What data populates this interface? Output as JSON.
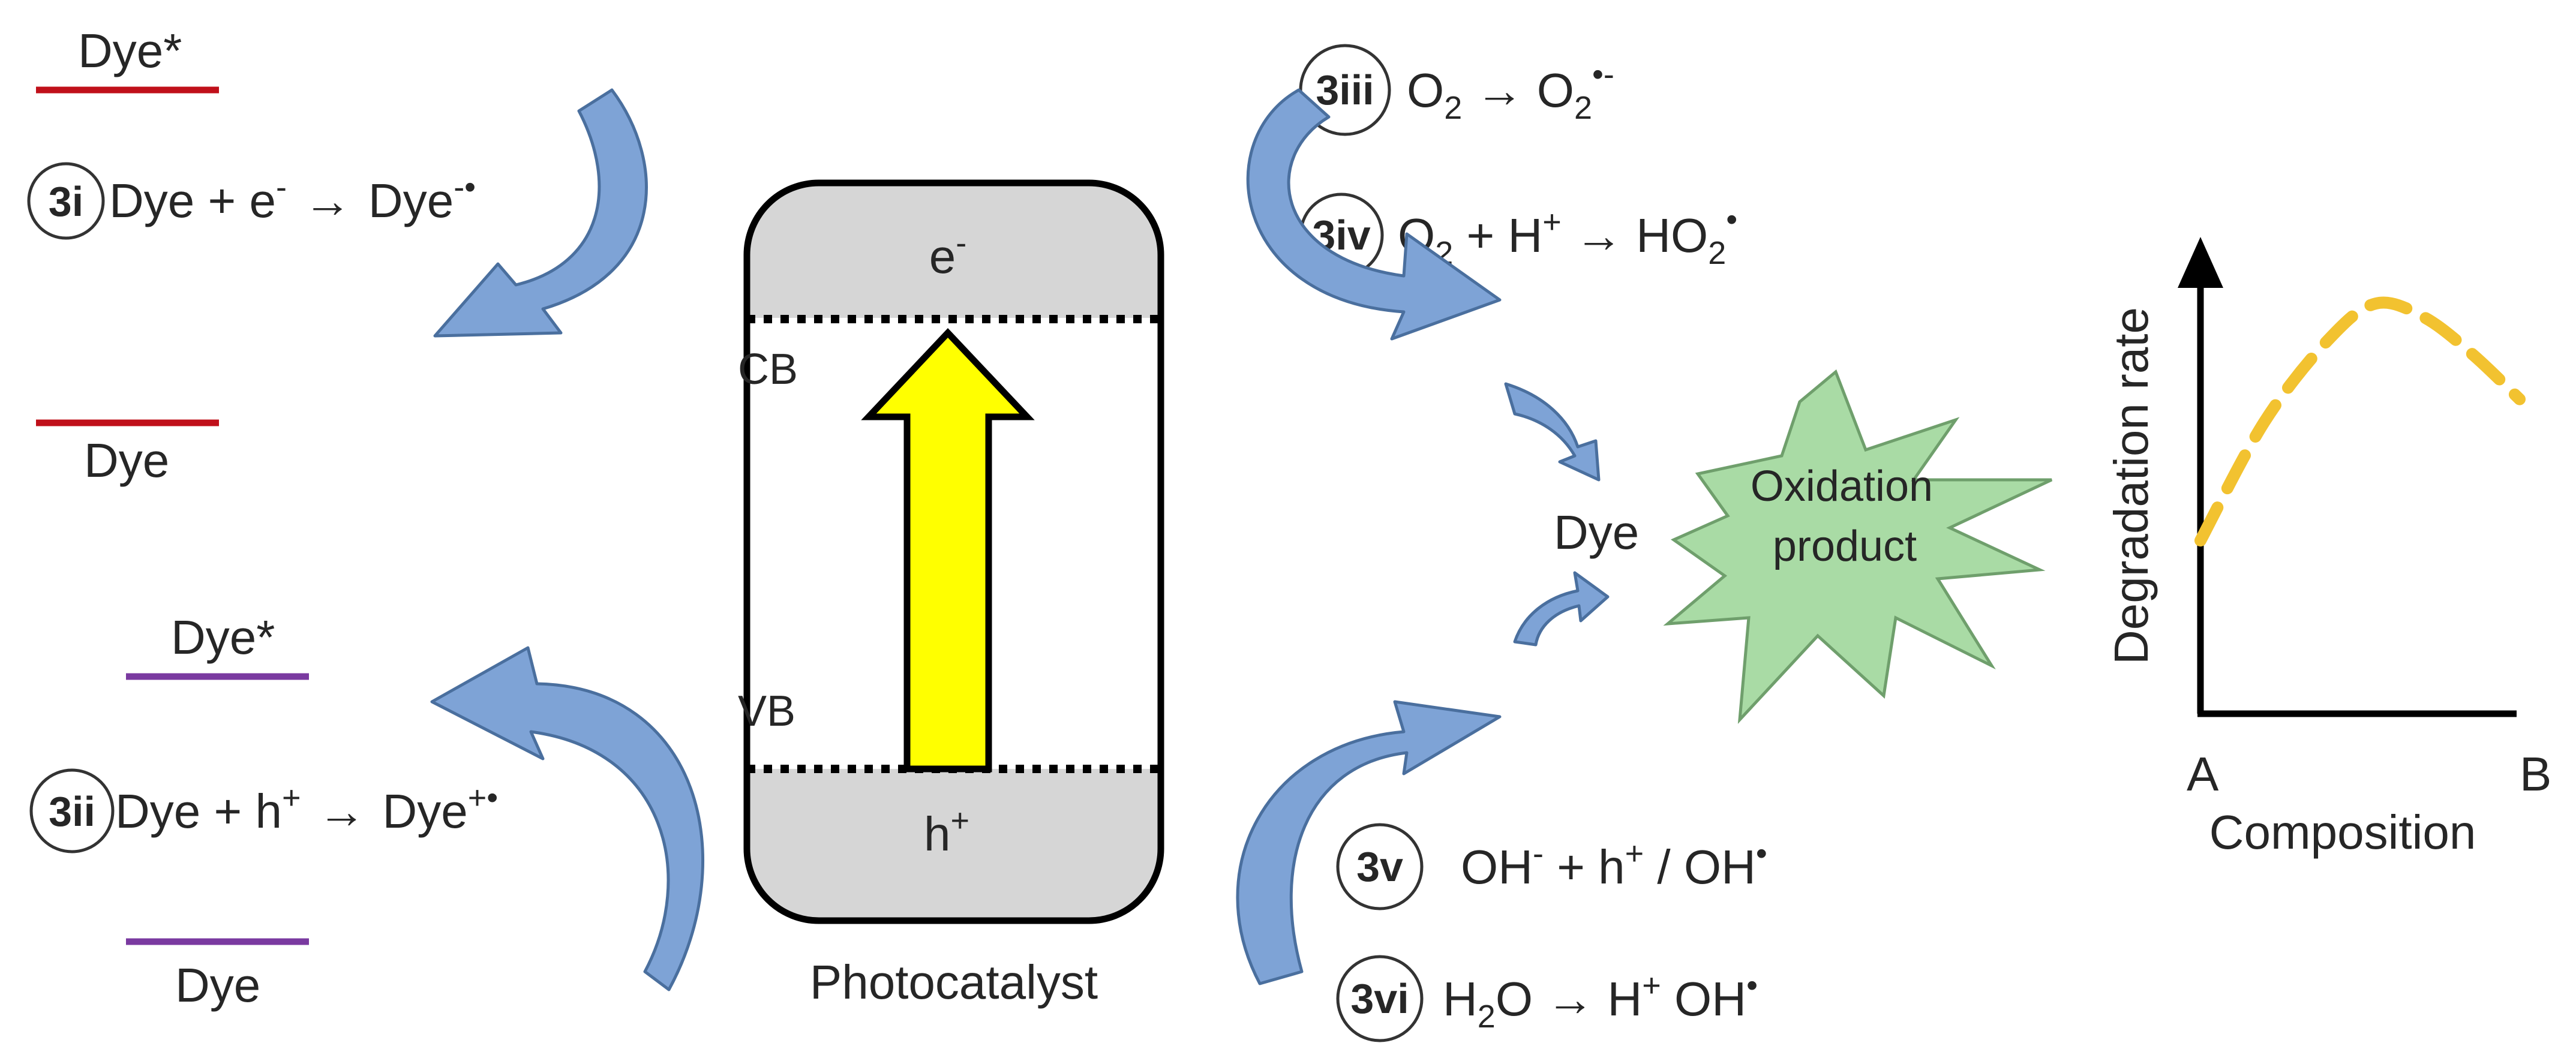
{
  "colors": {
    "dye_level_red": "#c0101a",
    "dye_level_purple": "#7a3aa0",
    "band_gray": "#d6d6d6",
    "excitation_arrow": "#ffff00",
    "blue_arrow": "#7ea3d6",
    "oxidation_star": "#a9dba5",
    "rate_curve": "#f2c230",
    "text": "#262626"
  },
  "left_top": {
    "dye_star": "Dye*",
    "dye": "Dye",
    "reaction": {
      "tag": "3i",
      "lhs": "Dye + e",
      "lhs_sup": "-",
      "arrow": "→",
      "rhs": "Dye",
      "rhs_sup": "-•"
    }
  },
  "left_bottom": {
    "dye_star": "Dye*",
    "dye": "Dye",
    "reaction": {
      "tag": "3ii",
      "lhs": "Dye + h",
      "lhs_sup": "+",
      "arrow": "→",
      "rhs": "Dye",
      "rhs_sup": "+•"
    }
  },
  "photocatalyst": {
    "label": "Photocatalyst",
    "electron": "e",
    "electron_sup": "-",
    "hole": "h",
    "hole_sup": "+",
    "cb": "CB",
    "vb": "VB"
  },
  "right_reactions": [
    {
      "tag": "3iii",
      "parts": [
        "O",
        "2",
        " → O",
        "2",
        "•-"
      ]
    },
    {
      "tag": "3iv",
      "parts": [
        "O",
        "2",
        " + H",
        "+",
        " → HO",
        "2",
        "•"
      ]
    },
    {
      "tag": "3v",
      "parts": [
        "OH",
        "-",
        " + h",
        "+",
        " / OH",
        "•"
      ]
    },
    {
      "tag": "3vi",
      "parts": [
        "H",
        "2",
        "O → H",
        "+",
        " OH",
        "•"
      ]
    }
  ],
  "center_right": {
    "dye": "Dye",
    "oxidation_line1": "Oxidation",
    "oxidation_line2": "product"
  },
  "chart_data": {
    "type": "line",
    "title": "",
    "xlabel": "Composition",
    "ylabel": "Degradation rate",
    "x_ticks": [
      "A",
      "B"
    ],
    "series": [
      {
        "style": "dashed",
        "color": "#f2c230",
        "x": [
          0,
          0.2,
          0.4,
          0.55,
          0.7,
          0.85,
          1.0
        ],
        "y": [
          0.38,
          0.64,
          0.82,
          0.9,
          0.87,
          0.79,
          0.69
        ]
      }
    ]
  }
}
